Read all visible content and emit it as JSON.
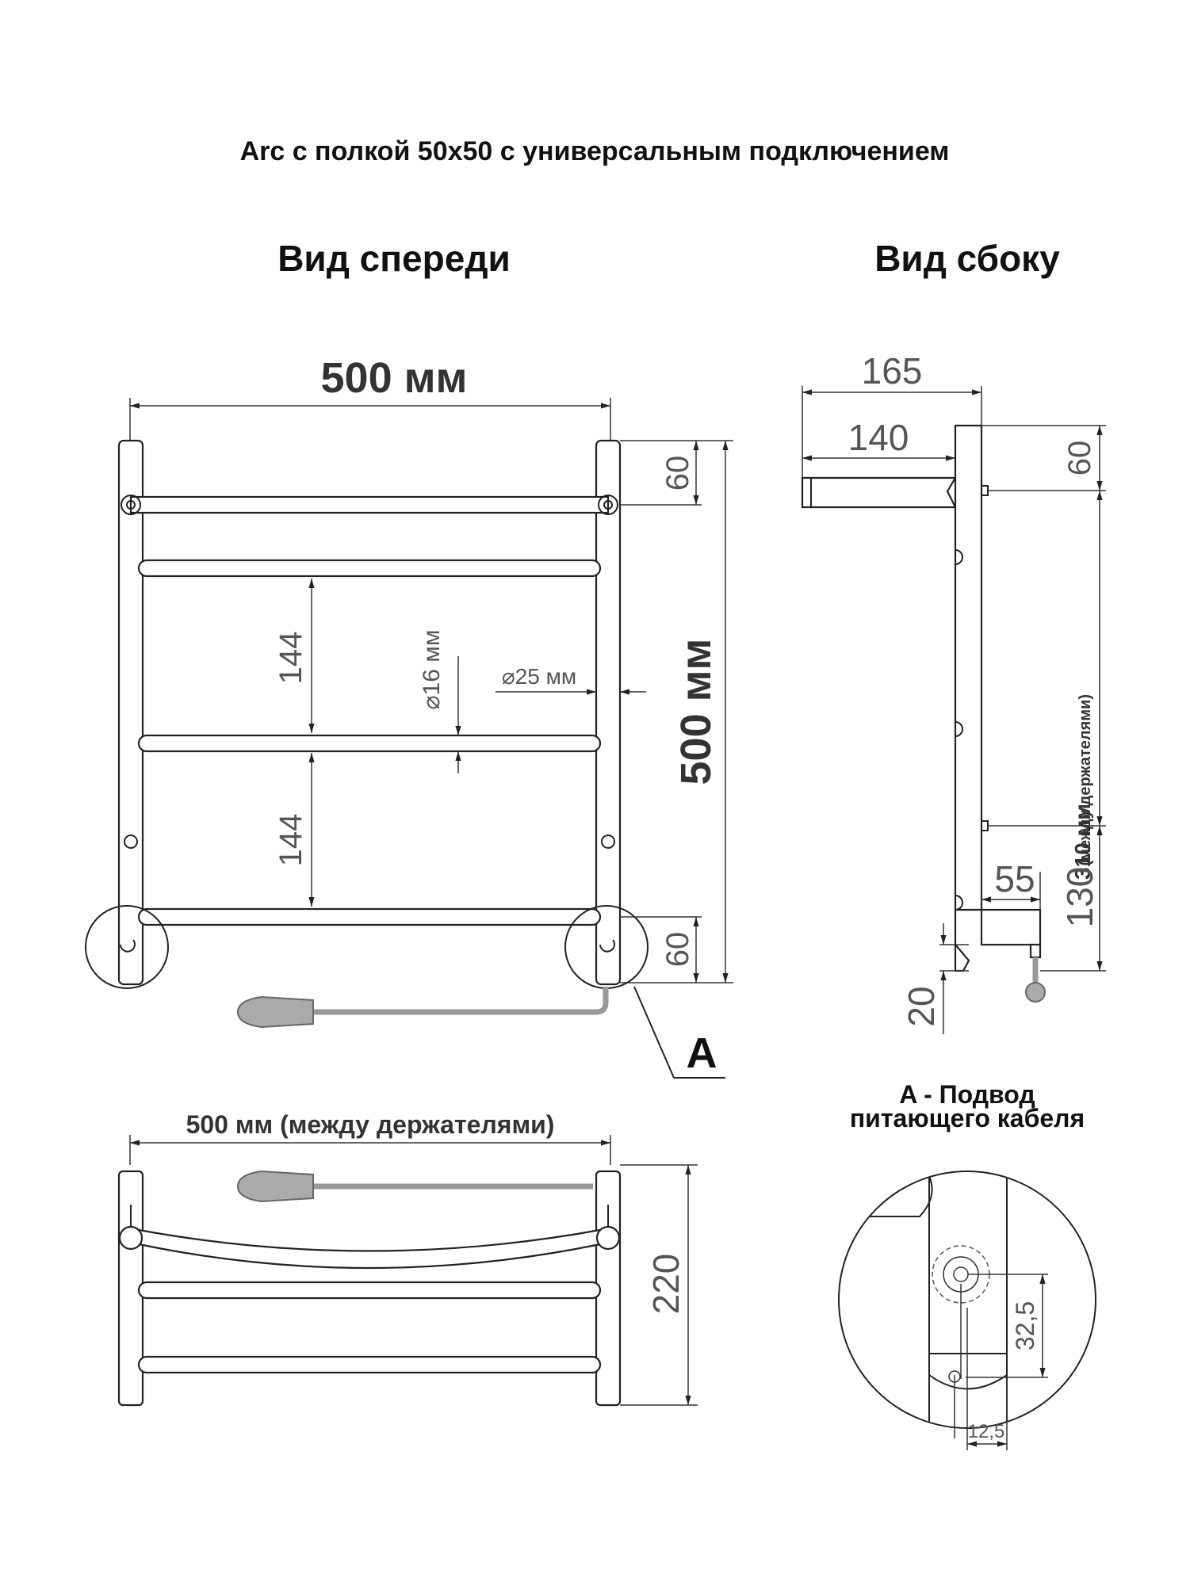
{
  "title": "Arc с полкой 50x50 с универсальным подключением",
  "front_view": {
    "heading": "Вид спереди",
    "width_label": "500 мм",
    "height_label": "500 мм",
    "top_offset": "60",
    "bottom_offset": "60",
    "spacing_upper": "144",
    "spacing_lower": "144",
    "bar_diameter": "⌀16 мм",
    "post_diameter": "⌀25 мм",
    "callout_letter": "A"
  },
  "side_view": {
    "heading": "Вид сбоку",
    "depth_total": "165",
    "depth_shelf": "140",
    "top_offset": "60",
    "holder_spacing": "310 мм",
    "holder_spacing_note": "(между держателями)",
    "bottom_offset": "130",
    "connector_depth": "55",
    "connector_height": "20"
  },
  "top_view": {
    "width_label": "500 мм (между держателями)",
    "depth_label": "220"
  },
  "detail_a": {
    "heading_line1": "A - Подвод",
    "heading_line2": "питающего кабеля",
    "vertical_dim": "32,5",
    "horizontal_dim": "12,5"
  }
}
